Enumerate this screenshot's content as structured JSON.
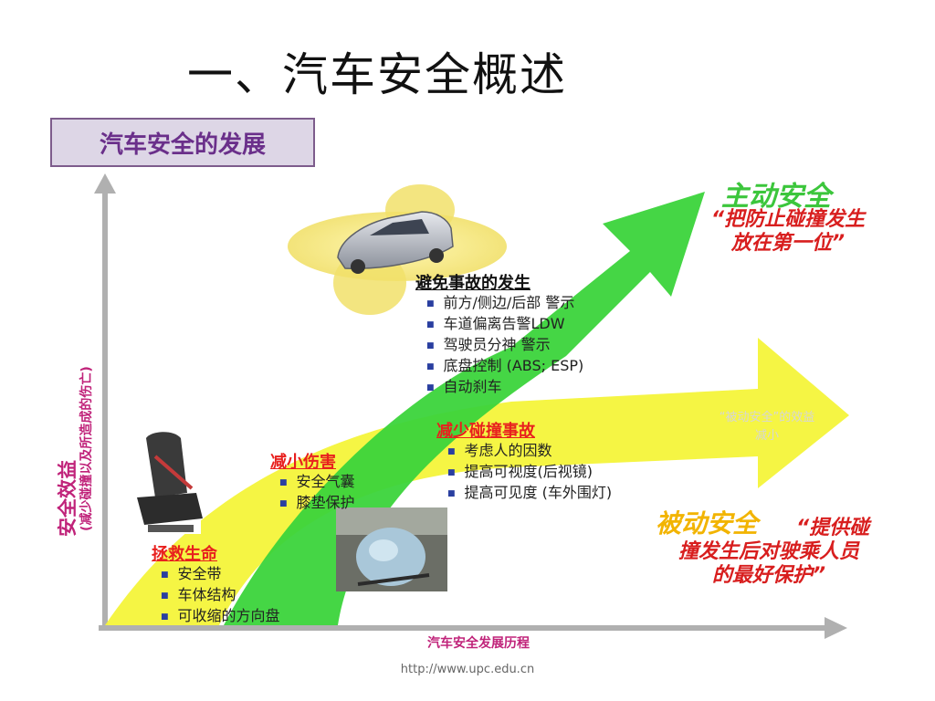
{
  "slide": {
    "title": "一、汽车安全概述",
    "badge": "汽车安全的发展",
    "footer": "http://www.upc.edu.cn"
  },
  "axes": {
    "y_label_main": "安全效益",
    "y_label_sub": "(减少碰撞以及所造成的伤亡)",
    "x_label": "汽车安全发展历程"
  },
  "active_safety": {
    "title": "主动安全",
    "quote_line1": "“把防止碰撞发生",
    "quote_line2": "放在第一位”"
  },
  "passive_safety": {
    "title": "被动安全",
    "quote_line1": "“提供碰",
    "quote_line2": "撞发生后对驶乘人员",
    "quote_line3": "的最好保护”"
  },
  "passive_benefit_note": {
    "line1": "“被动安全”的效益",
    "line2": "减小"
  },
  "groups": [
    {
      "heading": "避免事故的发生",
      "items": [
        "前方/侧边/后部 警示",
        "车道偏离告警LDW",
        "驾驶员分神 警示",
        "底盘控制 (ABS; ESP)",
        "自动刹车"
      ]
    },
    {
      "heading": "减少碰撞事故",
      "items": [
        "考虑人的因数",
        "提高可视度(后视镜)",
        "提高可见度 (车外围灯)"
      ]
    },
    {
      "heading": "减小伤害",
      "items": [
        "安全气囊",
        "膝垫保护"
      ]
    },
    {
      "heading": "拯救生命",
      "items": [
        "安全带",
        "车体结构",
        "可收缩的方向盘"
      ]
    }
  ],
  "colors": {
    "green_arrow": "#3bd43b",
    "yellow_arrow": "#f4f43a",
    "active_title": "#3cc63c",
    "passive_title": "#f2b400",
    "quote_red": "#d81e1e",
    "badge_text": "#6a2f8a",
    "axis_text": "#c0237a"
  },
  "icons": [
    "car-image",
    "seat-image",
    "airbag-image"
  ]
}
